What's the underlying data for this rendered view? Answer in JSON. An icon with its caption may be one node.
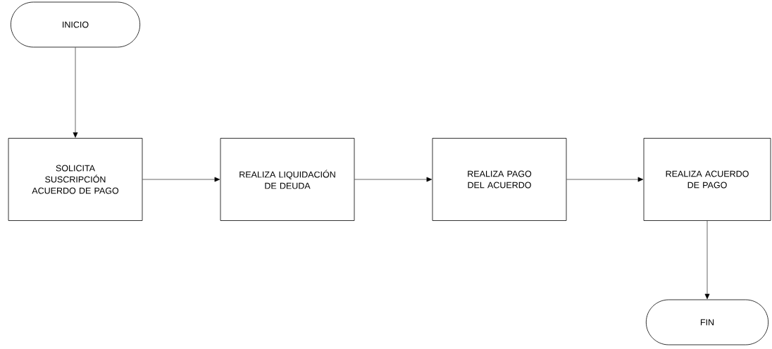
{
  "diagram": {
    "nodes": [
      {
        "text": [
          "INICIO"
        ]
      },
      {
        "text": [
          "SOLICITA SUSCRIPCIÓN ACUERDO DE PAGO"
        ]
      },
      {
        "text": [
          "REALIZA LIQUIDACIÓN DE DEUDA"
        ]
      },
      {
        "text": [
          "REALIZA PAGO DEL ACUERDO"
        ]
      },
      {
        "text": [
          "REALIZA ACUERDO DE PAGO"
        ]
      },
      {
        "text": [
          "FIN"
        ]
      }
    ],
    "edges": [
      {
        "from": 0,
        "to": 1,
        "arrow": "to"
      },
      {
        "from": 1,
        "to": 2,
        "arrow": "to"
      },
      {
        "from": 2,
        "to": 3,
        "arrow": "to"
      },
      {
        "from": 3,
        "to": 4,
        "arrow": "to"
      },
      {
        "from": 4,
        "to": 5,
        "arrow": "to"
      }
    ]
  }
}
